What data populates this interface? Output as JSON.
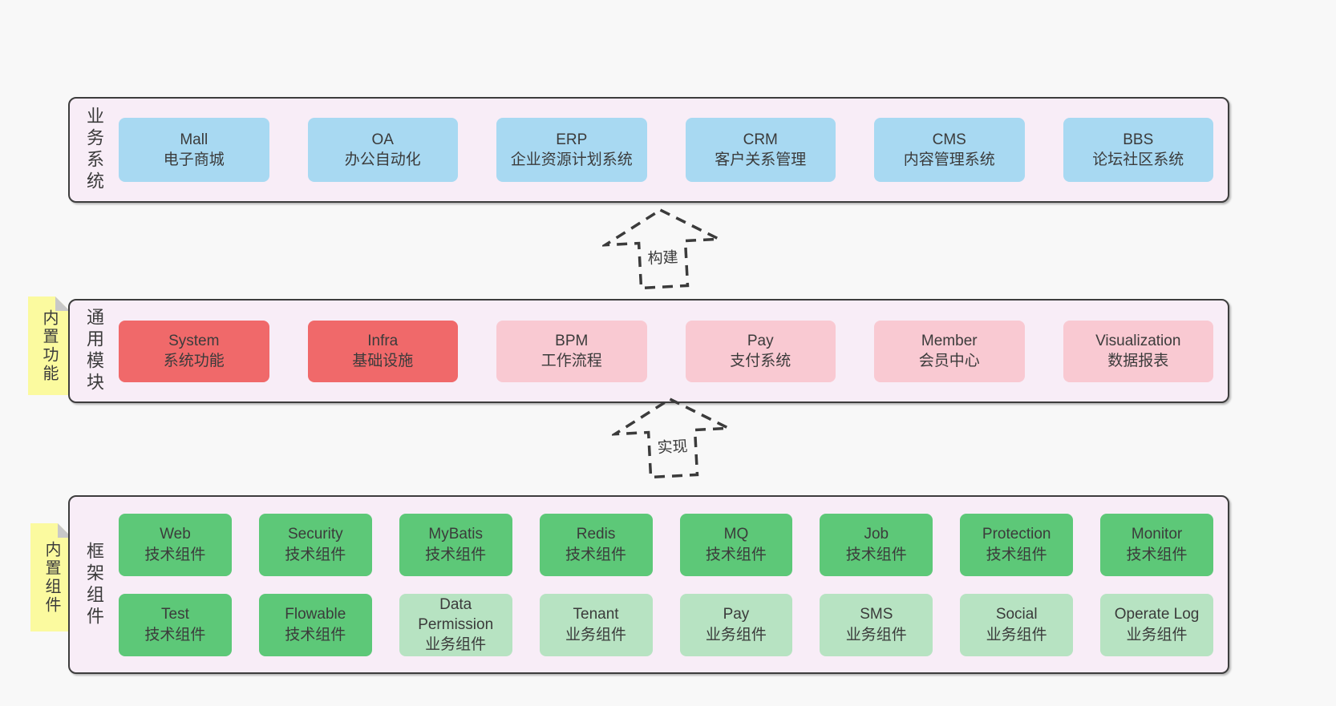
{
  "colors": {
    "page_bg": "#f8f8f8",
    "band_bg": "#f8edf7",
    "band_border": "#3d3d3d",
    "text": "#3b3b3b",
    "note_bg": "#fbfa9f",
    "note_fold": "#c8c8c8",
    "blue": "#a8d9f2",
    "red": "#f0696a",
    "pink": "#f9c9d2",
    "green": "#5dc878",
    "green-light": "#b7e3c2"
  },
  "bands": [
    {
      "label": "业务系统",
      "rows": [
        [
          {
            "name": "Mall",
            "desc": "电子商城",
            "variant": "blue"
          },
          {
            "name": "OA",
            "desc": "办公自动化",
            "variant": "blue"
          },
          {
            "name": "ERP",
            "desc": "企业资源计划系统",
            "variant": "blue"
          },
          {
            "name": "CRM",
            "desc": "客户关系管理",
            "variant": "blue"
          },
          {
            "name": "CMS",
            "desc": "内容管理系统",
            "variant": "blue"
          },
          {
            "name": "BBS",
            "desc": "论坛社区系统",
            "variant": "blue"
          }
        ]
      ]
    },
    {
      "label": "通用模块",
      "note": "内置功能",
      "rows": [
        [
          {
            "name": "System",
            "desc": "系统功能",
            "variant": "red"
          },
          {
            "name": "Infra",
            "desc": "基础设施",
            "variant": "red"
          },
          {
            "name": "BPM",
            "desc": "工作流程",
            "variant": "pink"
          },
          {
            "name": "Pay",
            "desc": "支付系统",
            "variant": "pink"
          },
          {
            "name": "Member",
            "desc": "会员中心",
            "variant": "pink"
          },
          {
            "name": "Visualization",
            "desc": "数据报表",
            "variant": "pink"
          }
        ]
      ]
    },
    {
      "label": "框架组件",
      "note": "内置组件",
      "rows": [
        [
          {
            "name": "Web",
            "desc": "技术组件",
            "variant": "green"
          },
          {
            "name": "Security",
            "desc": "技术组件",
            "variant": "green"
          },
          {
            "name": "MyBatis",
            "desc": "技术组件",
            "variant": "green"
          },
          {
            "name": "Redis",
            "desc": "技术组件",
            "variant": "green"
          },
          {
            "name": "MQ",
            "desc": "技术组件",
            "variant": "green"
          },
          {
            "name": "Job",
            "desc": "技术组件",
            "variant": "green"
          },
          {
            "name": "Protection",
            "desc": "技术组件",
            "variant": "green"
          },
          {
            "name": "Monitor",
            "desc": "技术组件",
            "variant": "green"
          }
        ],
        [
          {
            "name": "Test",
            "desc": "技术组件",
            "variant": "green"
          },
          {
            "name": "Flowable",
            "desc": "技术组件",
            "variant": "green"
          },
          {
            "name": "Data Permission",
            "desc": "业务组件",
            "variant": "green-light"
          },
          {
            "name": "Tenant",
            "desc": "业务组件",
            "variant": "green-light"
          },
          {
            "name": "Pay",
            "desc": "业务组件",
            "variant": "green-light"
          },
          {
            "name": "SMS",
            "desc": "业务组件",
            "variant": "green-light"
          },
          {
            "name": "Social",
            "desc": "业务组件",
            "variant": "green-light"
          },
          {
            "name": "Operate Log",
            "desc": "业务组件",
            "variant": "green-light"
          }
        ]
      ]
    }
  ],
  "arrows": [
    {
      "label": "构建"
    },
    {
      "label": "实现"
    }
  ]
}
